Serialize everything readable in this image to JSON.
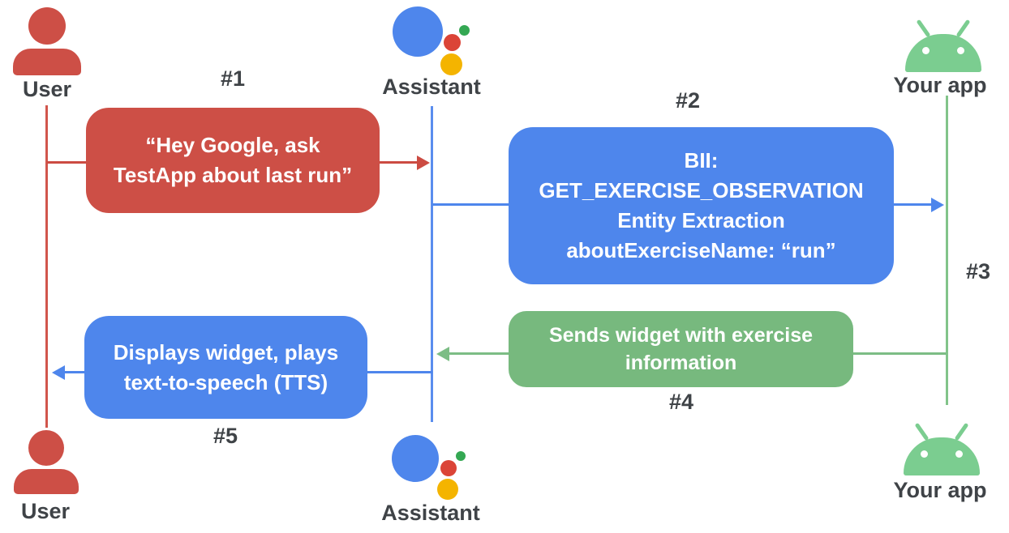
{
  "diagram": {
    "actors": {
      "userTop": {
        "label": "User"
      },
      "assistantTop": {
        "label": "Assistant"
      },
      "appTop": {
        "label": "Your app"
      },
      "userBottom": {
        "label": "User"
      },
      "assistantBottom": {
        "label": "Assistant"
      },
      "appBottom": {
        "label": "Your app"
      }
    },
    "steps": {
      "s1": "#1",
      "s2": "#2",
      "s3": "#3",
      "s4": "#4",
      "s5": "#5"
    },
    "messages": {
      "m1": {
        "lines": [
          "“Hey Google, ask",
          "TestApp about last run”"
        ]
      },
      "m2": {
        "lines": [
          "BII:",
          "GET_EXERCISE_OBSERVATION",
          "Entity Extraction",
          "aboutExerciseName: “run”"
        ]
      },
      "m4": {
        "lines": [
          "Sends widget with exercise",
          "information"
        ]
      },
      "m5": {
        "lines": [
          "Displays widget, plays",
          "text-to-speech (TTS)"
        ]
      }
    },
    "colors": {
      "message_red": "#CD4F46",
      "message_blue": "#4E86EC",
      "message_green": "#77B97E",
      "android_green": "#7BCD90",
      "logo_blue": "#4E86EC",
      "logo_red": "#DB4437",
      "logo_green": "#34A853",
      "logo_yellow": "#F4B400",
      "label_gray": "#3F4347"
    }
  }
}
